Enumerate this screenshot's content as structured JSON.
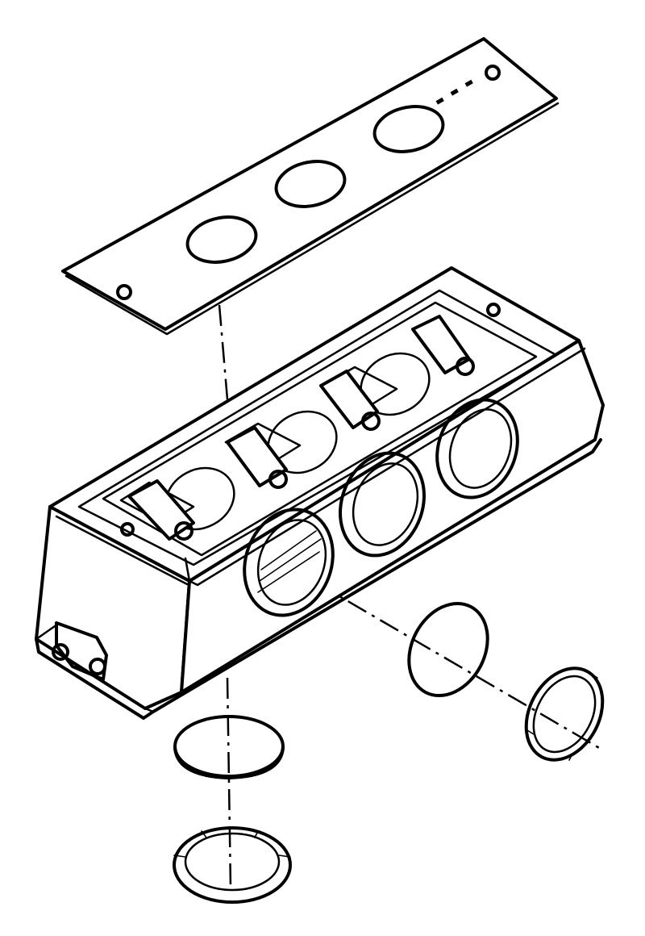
{
  "figure": {
    "type": "exploded-assembly-line-drawing",
    "colors": {
      "ink": "#000000",
      "paper": "#ffffff"
    },
    "parts": [
      {
        "name": "cover-plate",
        "holes": 3,
        "mounting-screws": 2,
        "marks": 3
      },
      {
        "name": "filter-housing",
        "filter-ports": 3,
        "clamp-screws": 6
      },
      {
        "name": "side-filter-disc"
      },
      {
        "name": "side-retaining-ring"
      },
      {
        "name": "bottom-filter-disc"
      },
      {
        "name": "bottom-retaining-ring"
      }
    ],
    "explode-axes": 3
  }
}
